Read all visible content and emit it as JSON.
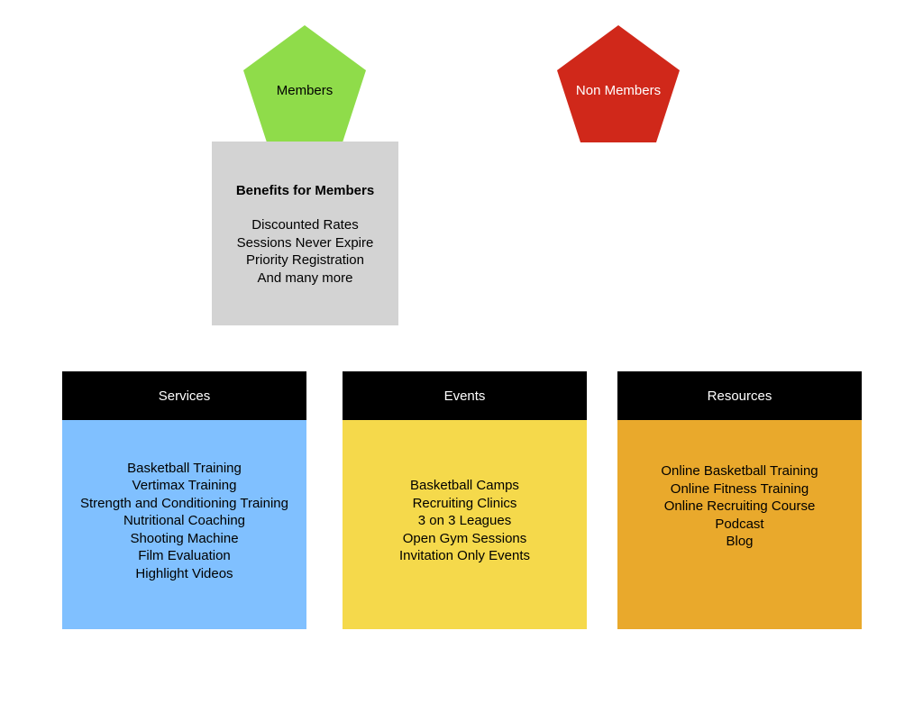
{
  "members": {
    "label": "Members",
    "color": "#8fdc4a"
  },
  "non_members": {
    "label": "Non Members",
    "color": "#d0281a"
  },
  "benefits": {
    "title": "Benefits for Members",
    "items": [
      "Discounted Rates",
      "Sessions Never Expire",
      "Priority Registration",
      "And many more"
    ]
  },
  "cards": [
    {
      "title": "Services",
      "color": "#80c0ff",
      "items": [
        "Basketball Training",
        "Vertimax Training",
        "Strength and Conditioning Training",
        "Nutritional Coaching",
        "Shooting Machine",
        "Film Evaluation",
        "Highlight Videos"
      ]
    },
    {
      "title": "Events",
      "color": "#f5d94b",
      "items": [
        "Basketball Camps",
        "Recruiting Clinics",
        "3 on 3 Leagues",
        "Open Gym Sessions",
        "Invitation Only Events"
      ]
    },
    {
      "title": "Resources",
      "color": "#e9a92c",
      "items": [
        "Online Basketball Training",
        "Online Fitness Training",
        "Online Recruiting Course",
        "Podcast",
        "Blog"
      ]
    }
  ]
}
